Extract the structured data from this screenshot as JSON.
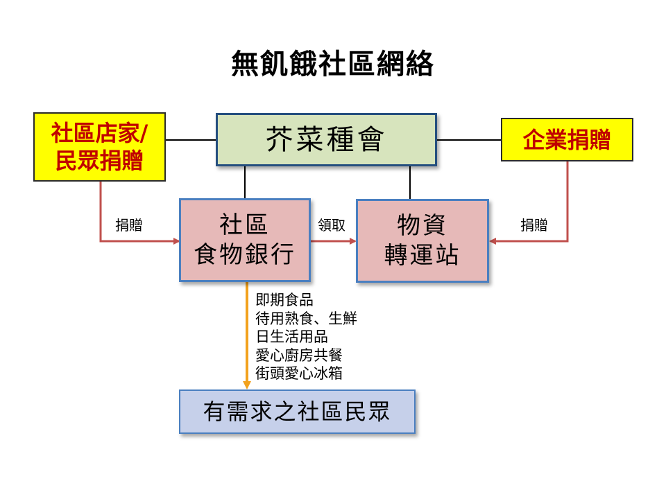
{
  "title": "無飢餓社區網絡",
  "nodes": {
    "shop_donation": {
      "line1": "社區店家/",
      "line2": "民眾捐贈"
    },
    "mustard_seed": {
      "label": "芥菜種會"
    },
    "corporate_donation": {
      "label": "企業捐贈"
    },
    "food_bank": {
      "line1": "社區",
      "line2": "食物銀行"
    },
    "transfer_station": {
      "line1": "物資",
      "line2": "轉運站"
    },
    "needy_residents": {
      "label": "有需求之社區民眾"
    }
  },
  "edge_labels": {
    "left_donate": "捐贈",
    "collect": "領取",
    "right_donate": "捐贈"
  },
  "distribution_items": [
    "即期食品",
    "待用熟食、生鮮",
    "日生活用品",
    "愛心廚房共餐",
    "街頭愛心冰箱"
  ],
  "colors": {
    "donor_fill": "#ffff00",
    "donor_text": "#c00000",
    "org_fill": "#d7e4bd",
    "node_fill": "#e6b9b8",
    "recipient_fill": "#c6d0ea",
    "donation_arrow": "#c0504d",
    "distribution_arrow": "#f2a21e"
  }
}
